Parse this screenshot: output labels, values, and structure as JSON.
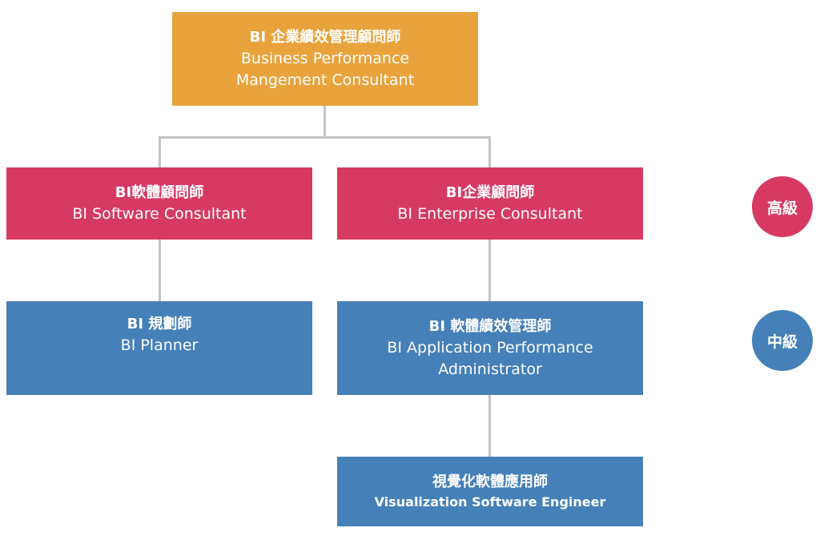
{
  "colors": {
    "top": "#e8a33c",
    "senior": "#d63a62",
    "middle": "#4580b8",
    "connector": "#c4c4c4"
  },
  "top_box": {
    "zh": "BI 企業績效管理顧問師",
    "en_line1": "Business Performance",
    "en_line2": "Mangement Consultant"
  },
  "software_consultant": {
    "zh": "BI軟體顧問師",
    "en": "BI Software Consultant"
  },
  "enterprise_consultant": {
    "zh": "BI企業顧問師",
    "en": "BI Enterprise Consultant"
  },
  "planner": {
    "zh": "BI 規劃師",
    "en": "BI Planner"
  },
  "app_perf_admin": {
    "zh": "BI 軟體績效管理師",
    "en_line1": "BI Application Performance",
    "en_line2": "Administrator"
  },
  "viz_engineer": {
    "zh": "視覺化軟體應用師",
    "en": "Visualization Software Engineer"
  },
  "levels": {
    "senior": "高級",
    "middle": "中級"
  }
}
